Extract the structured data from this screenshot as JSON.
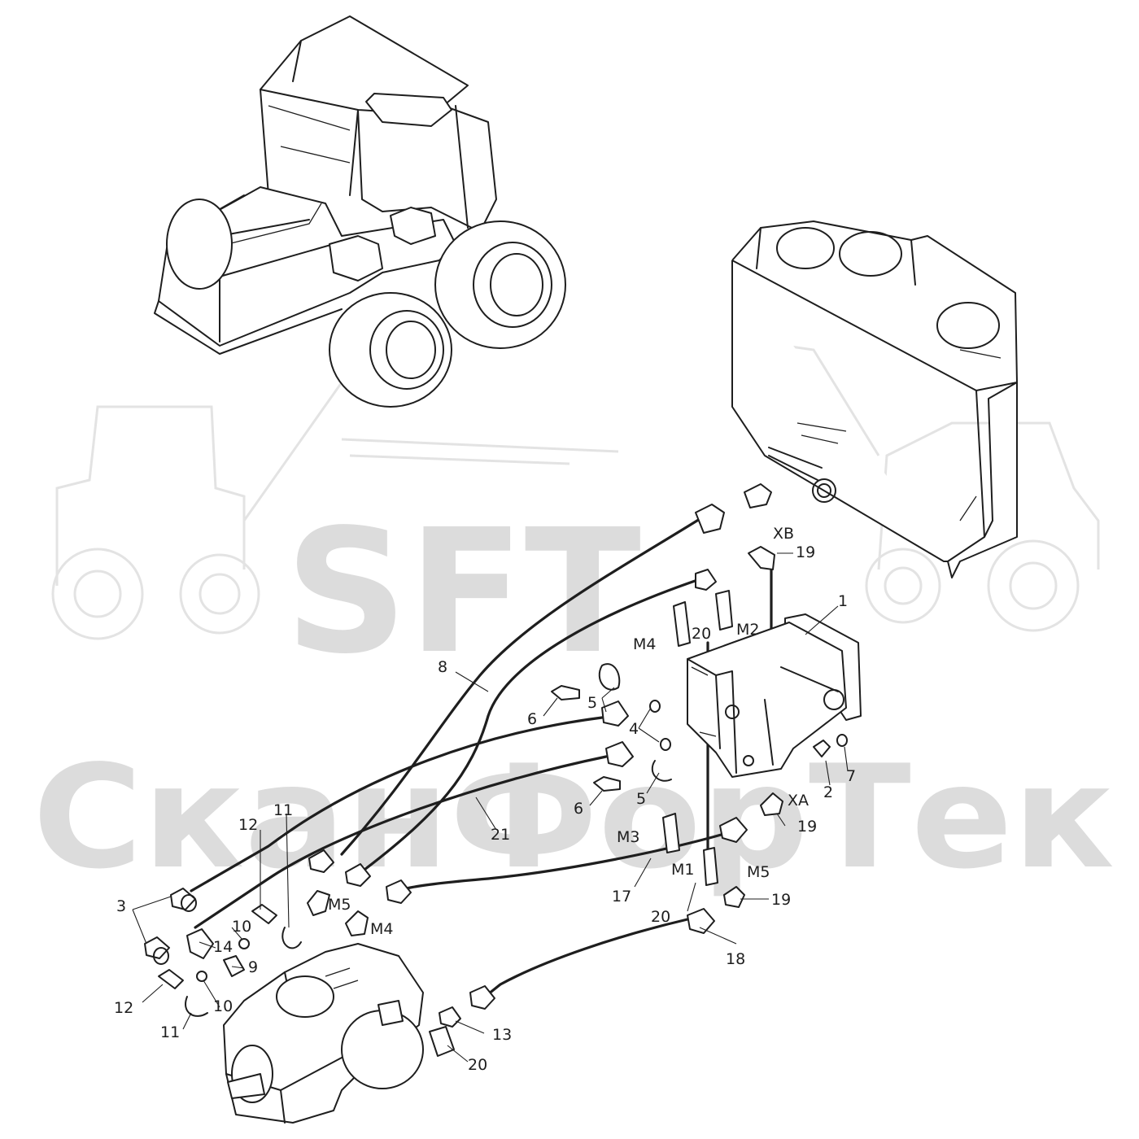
{
  "watermark": {
    "logo_text": "SFT",
    "company_text": "СканФорТек"
  },
  "labels": {
    "l1": "1",
    "l2": "2",
    "l3": "3",
    "l4": "4",
    "l5a": "5",
    "l5b": "5",
    "l6a": "6",
    "l6b": "6",
    "l7": "7",
    "l8": "8",
    "l9": "9",
    "l10a": "10",
    "l10b": "10",
    "l11a": "11",
    "l11b": "11",
    "l12a": "12",
    "l12b": "12",
    "l13": "13",
    "l14": "14",
    "l17": "17",
    "l18": "18",
    "l19a": "19",
    "l19b": "19",
    "l19c": "19",
    "l20a": "20",
    "l20b": "20",
    "l20c": "20",
    "l21": "21",
    "xb": "XB",
    "xa": "XA",
    "m1": "M1",
    "m2": "M2",
    "m3": "M3",
    "m4a": "M4",
    "m4b": "M4",
    "m5a": "M5",
    "m5b": "M5"
  }
}
